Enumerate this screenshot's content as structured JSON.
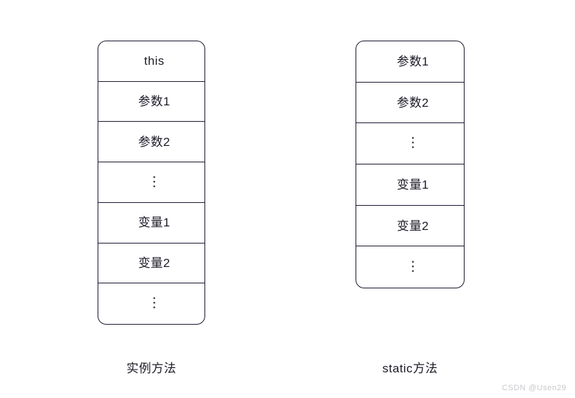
{
  "diagram": {
    "title": "Java method stack frame comparison",
    "background_color": "#ffffff",
    "border_color": "#1b1b33",
    "text_color": "#1b1b27",
    "stacks": [
      {
        "id": "instance-method-stack",
        "caption": "实例方法",
        "cells": [
          {
            "label": "this",
            "kind": "text"
          },
          {
            "label": "参数1",
            "kind": "text"
          },
          {
            "label": "参数2",
            "kind": "text"
          },
          {
            "label": "⋮",
            "kind": "ellipsis"
          },
          {
            "label": "变量1",
            "kind": "text"
          },
          {
            "label": "变量2",
            "kind": "text"
          },
          {
            "label": "⋮",
            "kind": "ellipsis"
          }
        ]
      },
      {
        "id": "static-method-stack",
        "caption": "static方法",
        "cells": [
          {
            "label": "参数1",
            "kind": "text"
          },
          {
            "label": "参数2",
            "kind": "text"
          },
          {
            "label": "⋮",
            "kind": "ellipsis"
          },
          {
            "label": "变量1",
            "kind": "text"
          },
          {
            "label": "变量2",
            "kind": "text"
          },
          {
            "label": "⋮",
            "kind": "ellipsis"
          }
        ]
      }
    ]
  },
  "watermark": {
    "text": "CSDN @Usen29",
    "color": "#c8c8ce"
  }
}
